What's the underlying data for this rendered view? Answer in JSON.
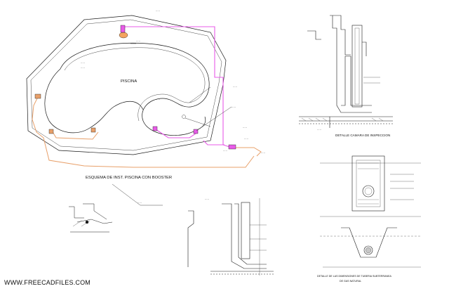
{
  "colors": {
    "background": "#ffffff",
    "line": "#1a1a1a",
    "water_pipe": "#e85be8",
    "return_pipe": "#e8a06a",
    "fitting": "#f4a460"
  },
  "labels": {
    "pool_name": "PISCINA",
    "top_pipe_note": "·····",
    "skimmer_note": "·····",
    "left_note_1": "·····",
    "left_note_2": "·····",
    "center_note": "·····",
    "right_note_1": "·····",
    "right_note_2": "·····",
    "drain_note": "·····",
    "booster_note": "·····",
    "return_note": "·····",
    "right_small_note": "·····",
    "diagram_title": "ESQUEMA DE INST. PISCINA CON BOOSTER",
    "bottom_left_note": "·····",
    "inspection_sub": "·····",
    "inspection_title": "DETALLE CAMARA DE INSPECCION",
    "wall_detail_note": "·····",
    "gas_title_line1": "DETALLE DE LAS DIMENSIONES DE TUBERIA SUBTERRANEA",
    "gas_title_line2": "DE GAS NATURAL",
    "watermark": "WWW.FREECADFILES.COM"
  }
}
